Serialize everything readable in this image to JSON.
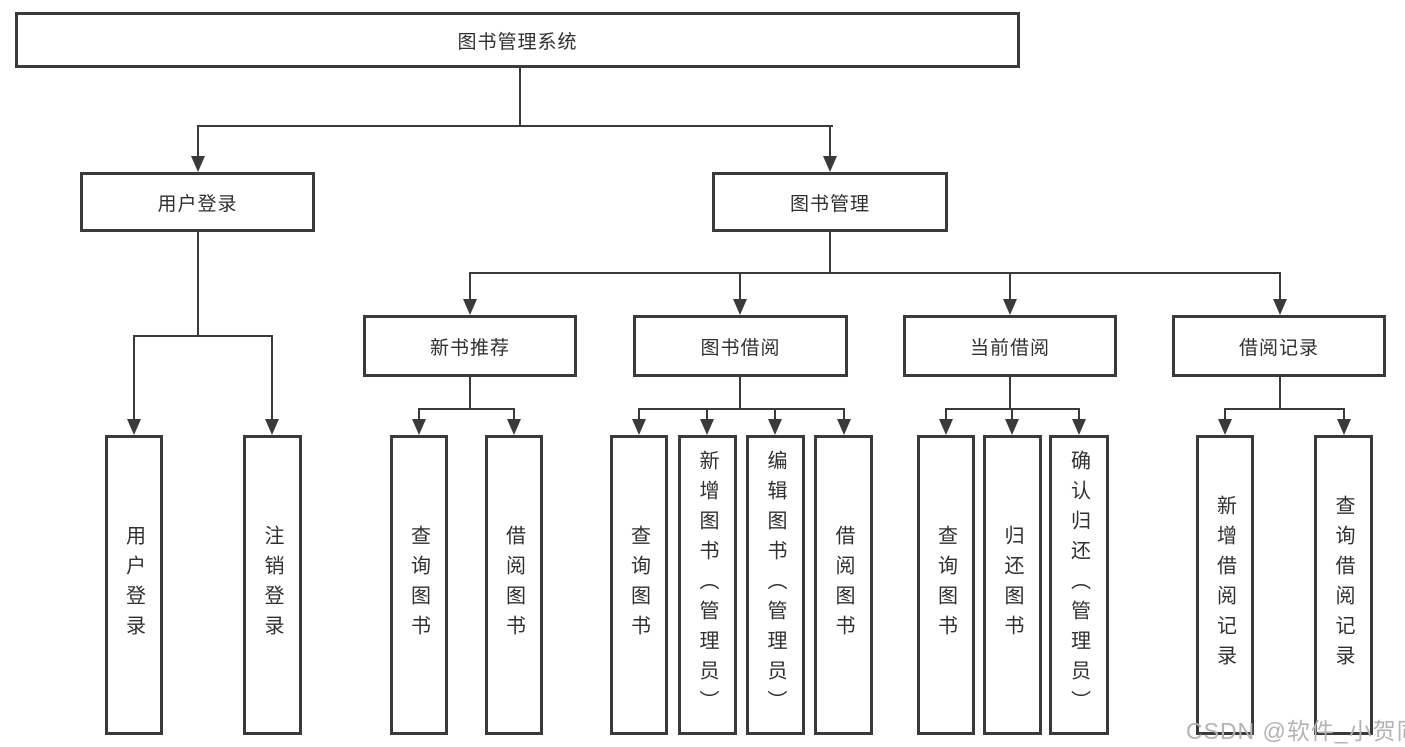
{
  "diagram": {
    "root": {
      "label": "图书管理系统"
    },
    "level2": [
      {
        "label": "用户登录",
        "children": [
          {
            "label": "用户登录"
          },
          {
            "label": "注销登录"
          }
        ]
      },
      {
        "label": "图书管理"
      }
    ],
    "level3": [
      {
        "label": "新书推荐",
        "children": [
          {
            "label": "查询图书"
          },
          {
            "label": "借阅图书"
          }
        ]
      },
      {
        "label": "图书借阅",
        "children": [
          {
            "label": "查询图书"
          },
          {
            "label": "新增图书（管理员）"
          },
          {
            "label": "编辑图书（管理员）"
          },
          {
            "label": "借阅图书"
          }
        ]
      },
      {
        "label": "当前借阅",
        "children": [
          {
            "label": "查询图书"
          },
          {
            "label": "归还图书"
          },
          {
            "label": "确认归还（管理员）"
          }
        ]
      },
      {
        "label": "借阅记录",
        "children": [
          {
            "label": "新增借阅记录"
          },
          {
            "label": "查询借阅记录"
          }
        ]
      }
    ],
    "watermark": "CSDN @软件_小贺同学",
    "colors": {
      "line": "#3a3a3a",
      "text": "#303030",
      "watermark": "#b3b3b3",
      "background": "#ffffff"
    }
  }
}
